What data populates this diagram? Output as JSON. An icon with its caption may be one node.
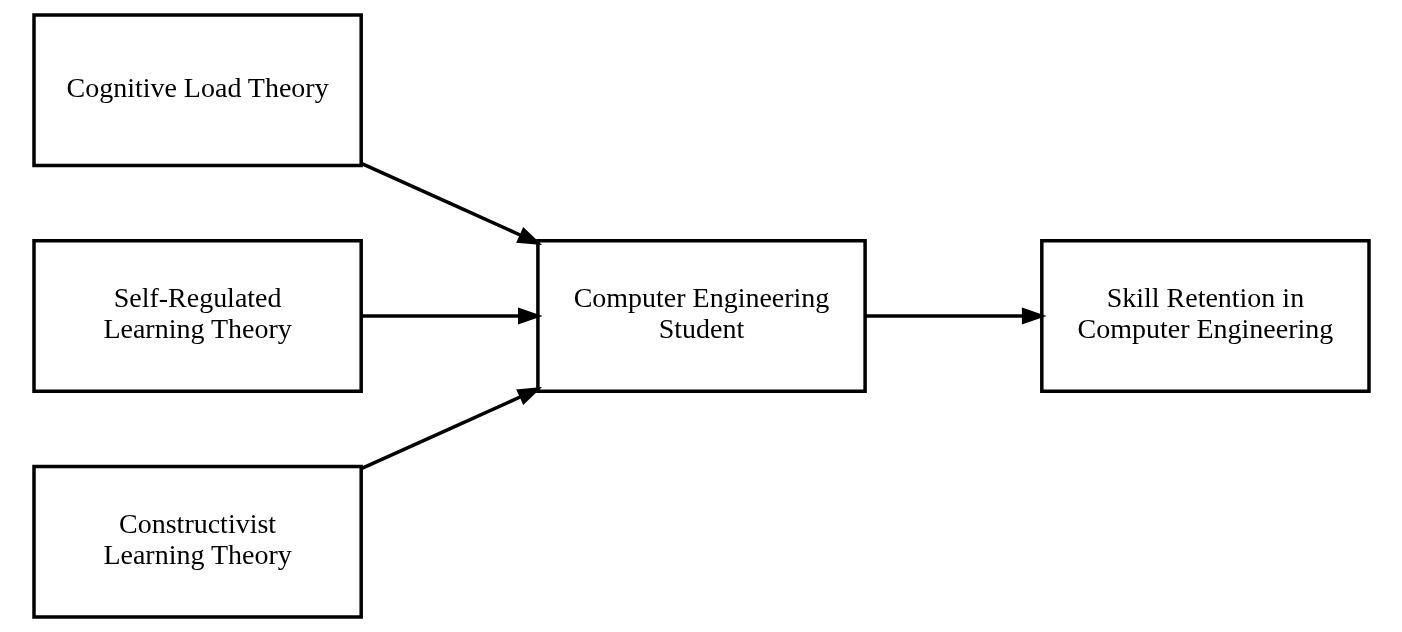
{
  "diagram": {
    "nodes": [
      {
        "text": [
          "Cognitive Load Theory"
        ]
      },
      {
        "text": [
          "Self-Regulated Learning Theory"
        ]
      },
      {
        "text": [
          "Constructivist Learning Theory"
        ]
      },
      {
        "text": [
          "Computer Engineering Student"
        ]
      },
      {
        "text": [
          "Skill Retention in Computer Engineering"
        ]
      }
    ],
    "edges": [
      {
        "from": 0,
        "to": 3,
        "arrow": "to"
      },
      {
        "from": 1,
        "to": 3,
        "arrow": "to"
      },
      {
        "from": 2,
        "to": 3,
        "arrow": "to"
      },
      {
        "from": 3,
        "to": 4,
        "arrow": "to"
      }
    ]
  }
}
